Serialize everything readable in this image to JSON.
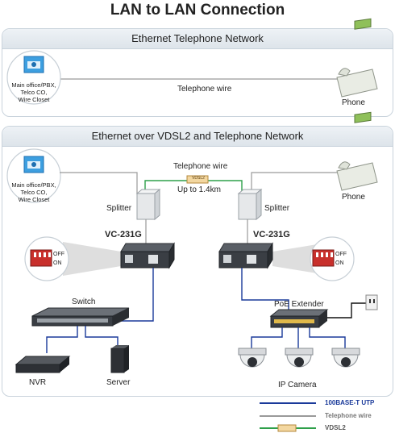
{
  "title": "LAN to LAN Connection",
  "panel1": {
    "header": "Ethernet Telephone Network",
    "office_label_1": "Main office/PBX,",
    "office_label_2": "Telco CO,",
    "office_label_3": "Wire Closet",
    "wire_label": "Telephone wire",
    "phone_label": "Phone"
  },
  "panel2": {
    "header": "Ethernet over VDSL2 and Telephone Network",
    "office_label_1": "Main office/PBX,",
    "office_label_2": "Telco CO,",
    "office_label_3": "Wire Closet",
    "wire_label": "Telephone wire",
    "distance_label": "Up to 1.4km",
    "vdsl_tag": "VDSL2",
    "phone_label": "Phone",
    "splitter_left": "Splitter",
    "splitter_right": "Splitter",
    "device_left": "VC-231G",
    "device_right": "VC-231G",
    "dip_off": "OFF",
    "dip_on": "ON",
    "switch_label": "Switch",
    "poe_label": "PoE Extender",
    "nvr_label": "NVR",
    "server_label": "Server",
    "camera_label": "IP Camera"
  },
  "legend": {
    "items": [
      {
        "label": "100BASE-T UTP",
        "color": "#1a3a9a"
      },
      {
        "label": "Telephone wire",
        "color": "#999999"
      },
      {
        "label": "VDSL2",
        "color": "#2ea04a"
      }
    ]
  }
}
